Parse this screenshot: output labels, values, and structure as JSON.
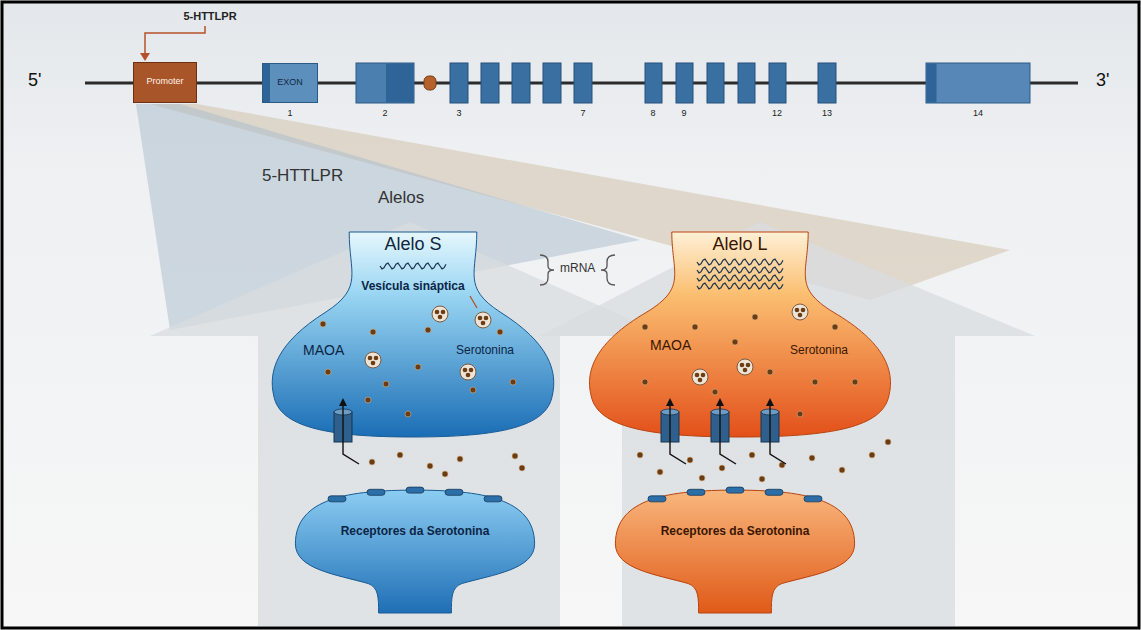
{
  "diagram": {
    "nodes": [
      {
        "text": [
          "Promoter"
        ]
      },
      {
        "text": [
          "EXON"
        ]
      },
      {
        "text": [
          "Alelo S",
          "Vesícula sináptica",
          "MAOA",
          "Serotonina"
        ]
      },
      {
        "text": [
          "Receptores da Serotonina"
        ]
      },
      {
        "text": [
          "Alelo L",
          "MAOA",
          "Serotonina"
        ]
      },
      {
        "text": [
          "Receptores da Serotonina"
        ]
      }
    ],
    "labels": [
      "5-HTTLPR",
      "5'",
      "3'",
      "1",
      "2",
      "3",
      "7",
      "8",
      "9",
      "12",
      "13",
      "14",
      "5-HTTLPR",
      "Alelos",
      "mRNA"
    ]
  }
}
